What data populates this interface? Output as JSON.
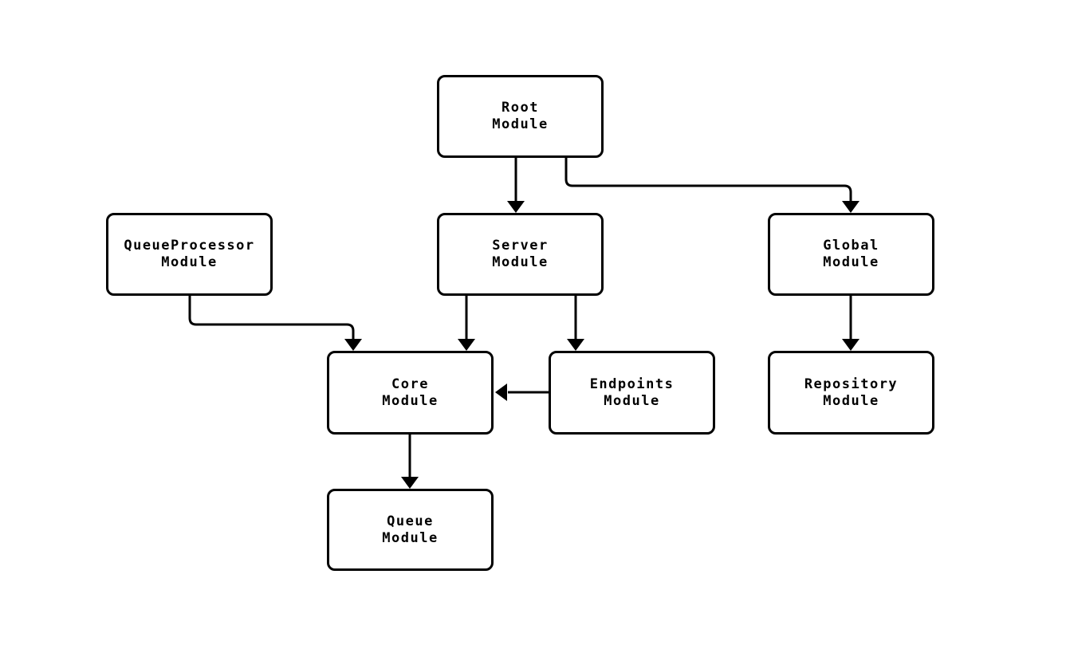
{
  "diagram": {
    "type": "module-dependency-flowchart",
    "background_color": "#ffffff",
    "node_fill_color": "#ffffff",
    "node_border_color": "#000000",
    "edge_color": "#000000",
    "text_color": "#000000",
    "nodes": [
      {
        "id": "root",
        "label": "Root Module",
        "label_lines": [
          "Root",
          "Module"
        ]
      },
      {
        "id": "queueprocessor",
        "label": "QueueProcessor Module",
        "label_lines": [
          "QueueProcessor",
          "Module"
        ]
      },
      {
        "id": "server",
        "label": "Server Module",
        "label_lines": [
          "Server",
          "Module"
        ]
      },
      {
        "id": "global",
        "label": "Global Module",
        "label_lines": [
          "Global",
          "Module"
        ]
      },
      {
        "id": "core",
        "label": "Core Module",
        "label_lines": [
          "Core",
          "Module"
        ]
      },
      {
        "id": "endpoints",
        "label": "Endpoints Module",
        "label_lines": [
          "Endpoints",
          "Module"
        ]
      },
      {
        "id": "repository",
        "label": "Repository Module",
        "label_lines": [
          "Repository",
          "Module"
        ]
      },
      {
        "id": "queue",
        "label": "Queue Module",
        "label_lines": [
          "Queue",
          "Module"
        ]
      }
    ],
    "edges": [
      {
        "from": "Root Module",
        "to": "Server Module"
      },
      {
        "from": "Root Module",
        "to": "Global Module"
      },
      {
        "from": "QueueProcessor Module",
        "to": "Core Module"
      },
      {
        "from": "Server Module",
        "to": "Core Module"
      },
      {
        "from": "Server Module",
        "to": "Endpoints Module"
      },
      {
        "from": "Endpoints Module",
        "to": "Core Module"
      },
      {
        "from": "Global Module",
        "to": "Repository Module"
      },
      {
        "from": "Core Module",
        "to": "Queue Module"
      }
    ]
  }
}
